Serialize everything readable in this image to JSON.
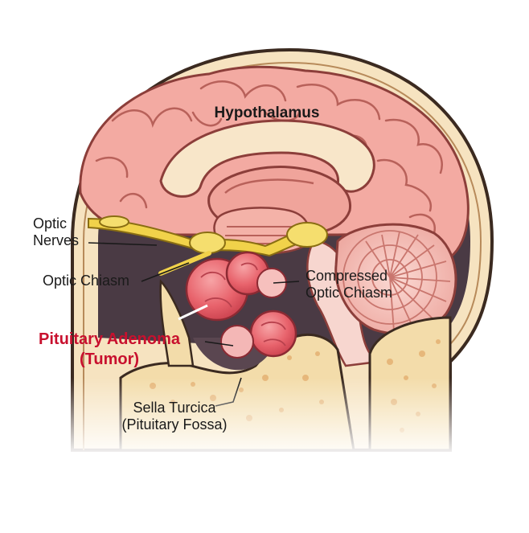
{
  "labels": {
    "hypothalamus": "Hypothalamus",
    "optic_nerves": [
      "Optic",
      "Nerves"
    ],
    "optic_chiasm": "Optic Chiasm",
    "compressed_optic_chiasm": [
      "Compressed",
      "Optic Chiasm"
    ],
    "pituitary_adenoma": [
      "Pituitary Adenoma",
      "(Tumor)"
    ],
    "sella_turcica": [
      "Sella Turcica",
      "(Pituitary Fossa)"
    ]
  },
  "colors": {
    "tumor_label": "#c8102e",
    "brain": "#f2a7a0",
    "tumor": "#e8636c",
    "nerves": "#f1d24a",
    "bone": "#f3dcaa"
  }
}
